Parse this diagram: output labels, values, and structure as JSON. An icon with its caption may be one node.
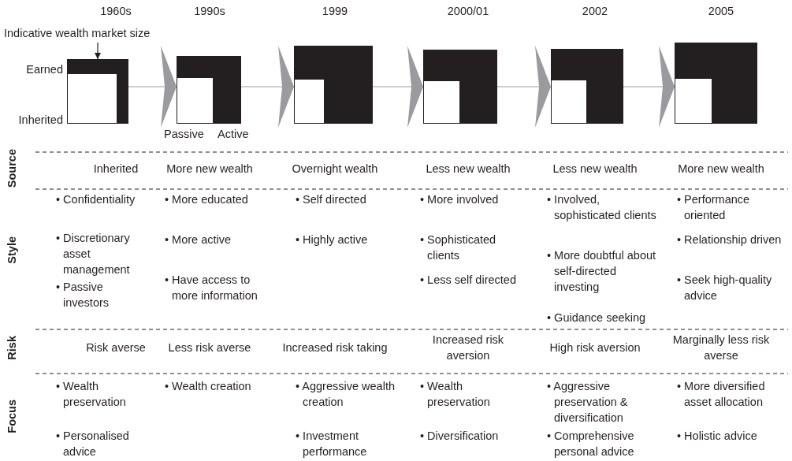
{
  "diagram": {
    "nodes": [
      {
        "text": [
          "Indicative wealth market size"
        ]
      },
      {
        "text": [],
        "shape": "box"
      },
      {
        "text": [],
        "shape": "box"
      },
      {
        "text": [],
        "shape": "box"
      },
      {
        "text": [],
        "shape": "box"
      },
      {
        "text": [],
        "shape": "box"
      },
      {
        "text": [],
        "shape": "box"
      }
    ],
    "edges": [
      {
        "from": 0,
        "to": 1,
        "arrow": "to",
        "color": "#231f20"
      },
      {
        "from": 1,
        "to": 2,
        "arrow": "to"
      },
      {
        "from": 2,
        "to": 3,
        "arrow": "to"
      },
      {
        "from": 3,
        "to": 4,
        "arrow": "to"
      },
      {
        "from": 4,
        "to": 5,
        "arrow": "to"
      },
      {
        "from": 5,
        "to": 6,
        "arrow": "to"
      }
    ],
    "labels": [
      "1960s",
      "1990s",
      "1999",
      "2000/01",
      "2002",
      "2005",
      "Earned",
      "Inherited",
      "Passive",
      "Active",
      "Source",
      "Inherited",
      "More new wealth",
      "Overnight wealth",
      "Less new wealth",
      "Less new wealth",
      "More new wealth",
      "Style",
      "• Confidentiality",
      "• Discretionary asset management",
      "• Passive investors",
      "• More educated",
      "• More active",
      "• Have access to more information",
      "• Self directed",
      "• Highly active",
      "• More involved",
      "• Sophisticated clients",
      "• Less self directed",
      "• Involved, sophisticated clients",
      "• More doubtful about self-directed investing",
      "• Guidance seeking",
      "• Performance oriented",
      "• Relationship driven",
      "• Seek high-quality advice",
      "Risk",
      "Risk averse",
      "Less risk averse",
      "Increased risk taking",
      "Increased risk aversion",
      "High risk aversion",
      "Marginally less risk averse",
      "Focus",
      "• Wealth preservation",
      "• Personalised advice",
      "• Wealth creation",
      "• Aggressive wealth creation",
      "• Investment performance",
      "• Wealth preservation",
      "• Diversification",
      "• Aggressive preservation & diversification",
      "• Comprehensive personal advice",
      "• More diversified asset allocation",
      "• Holistic advice"
    ]
  }
}
